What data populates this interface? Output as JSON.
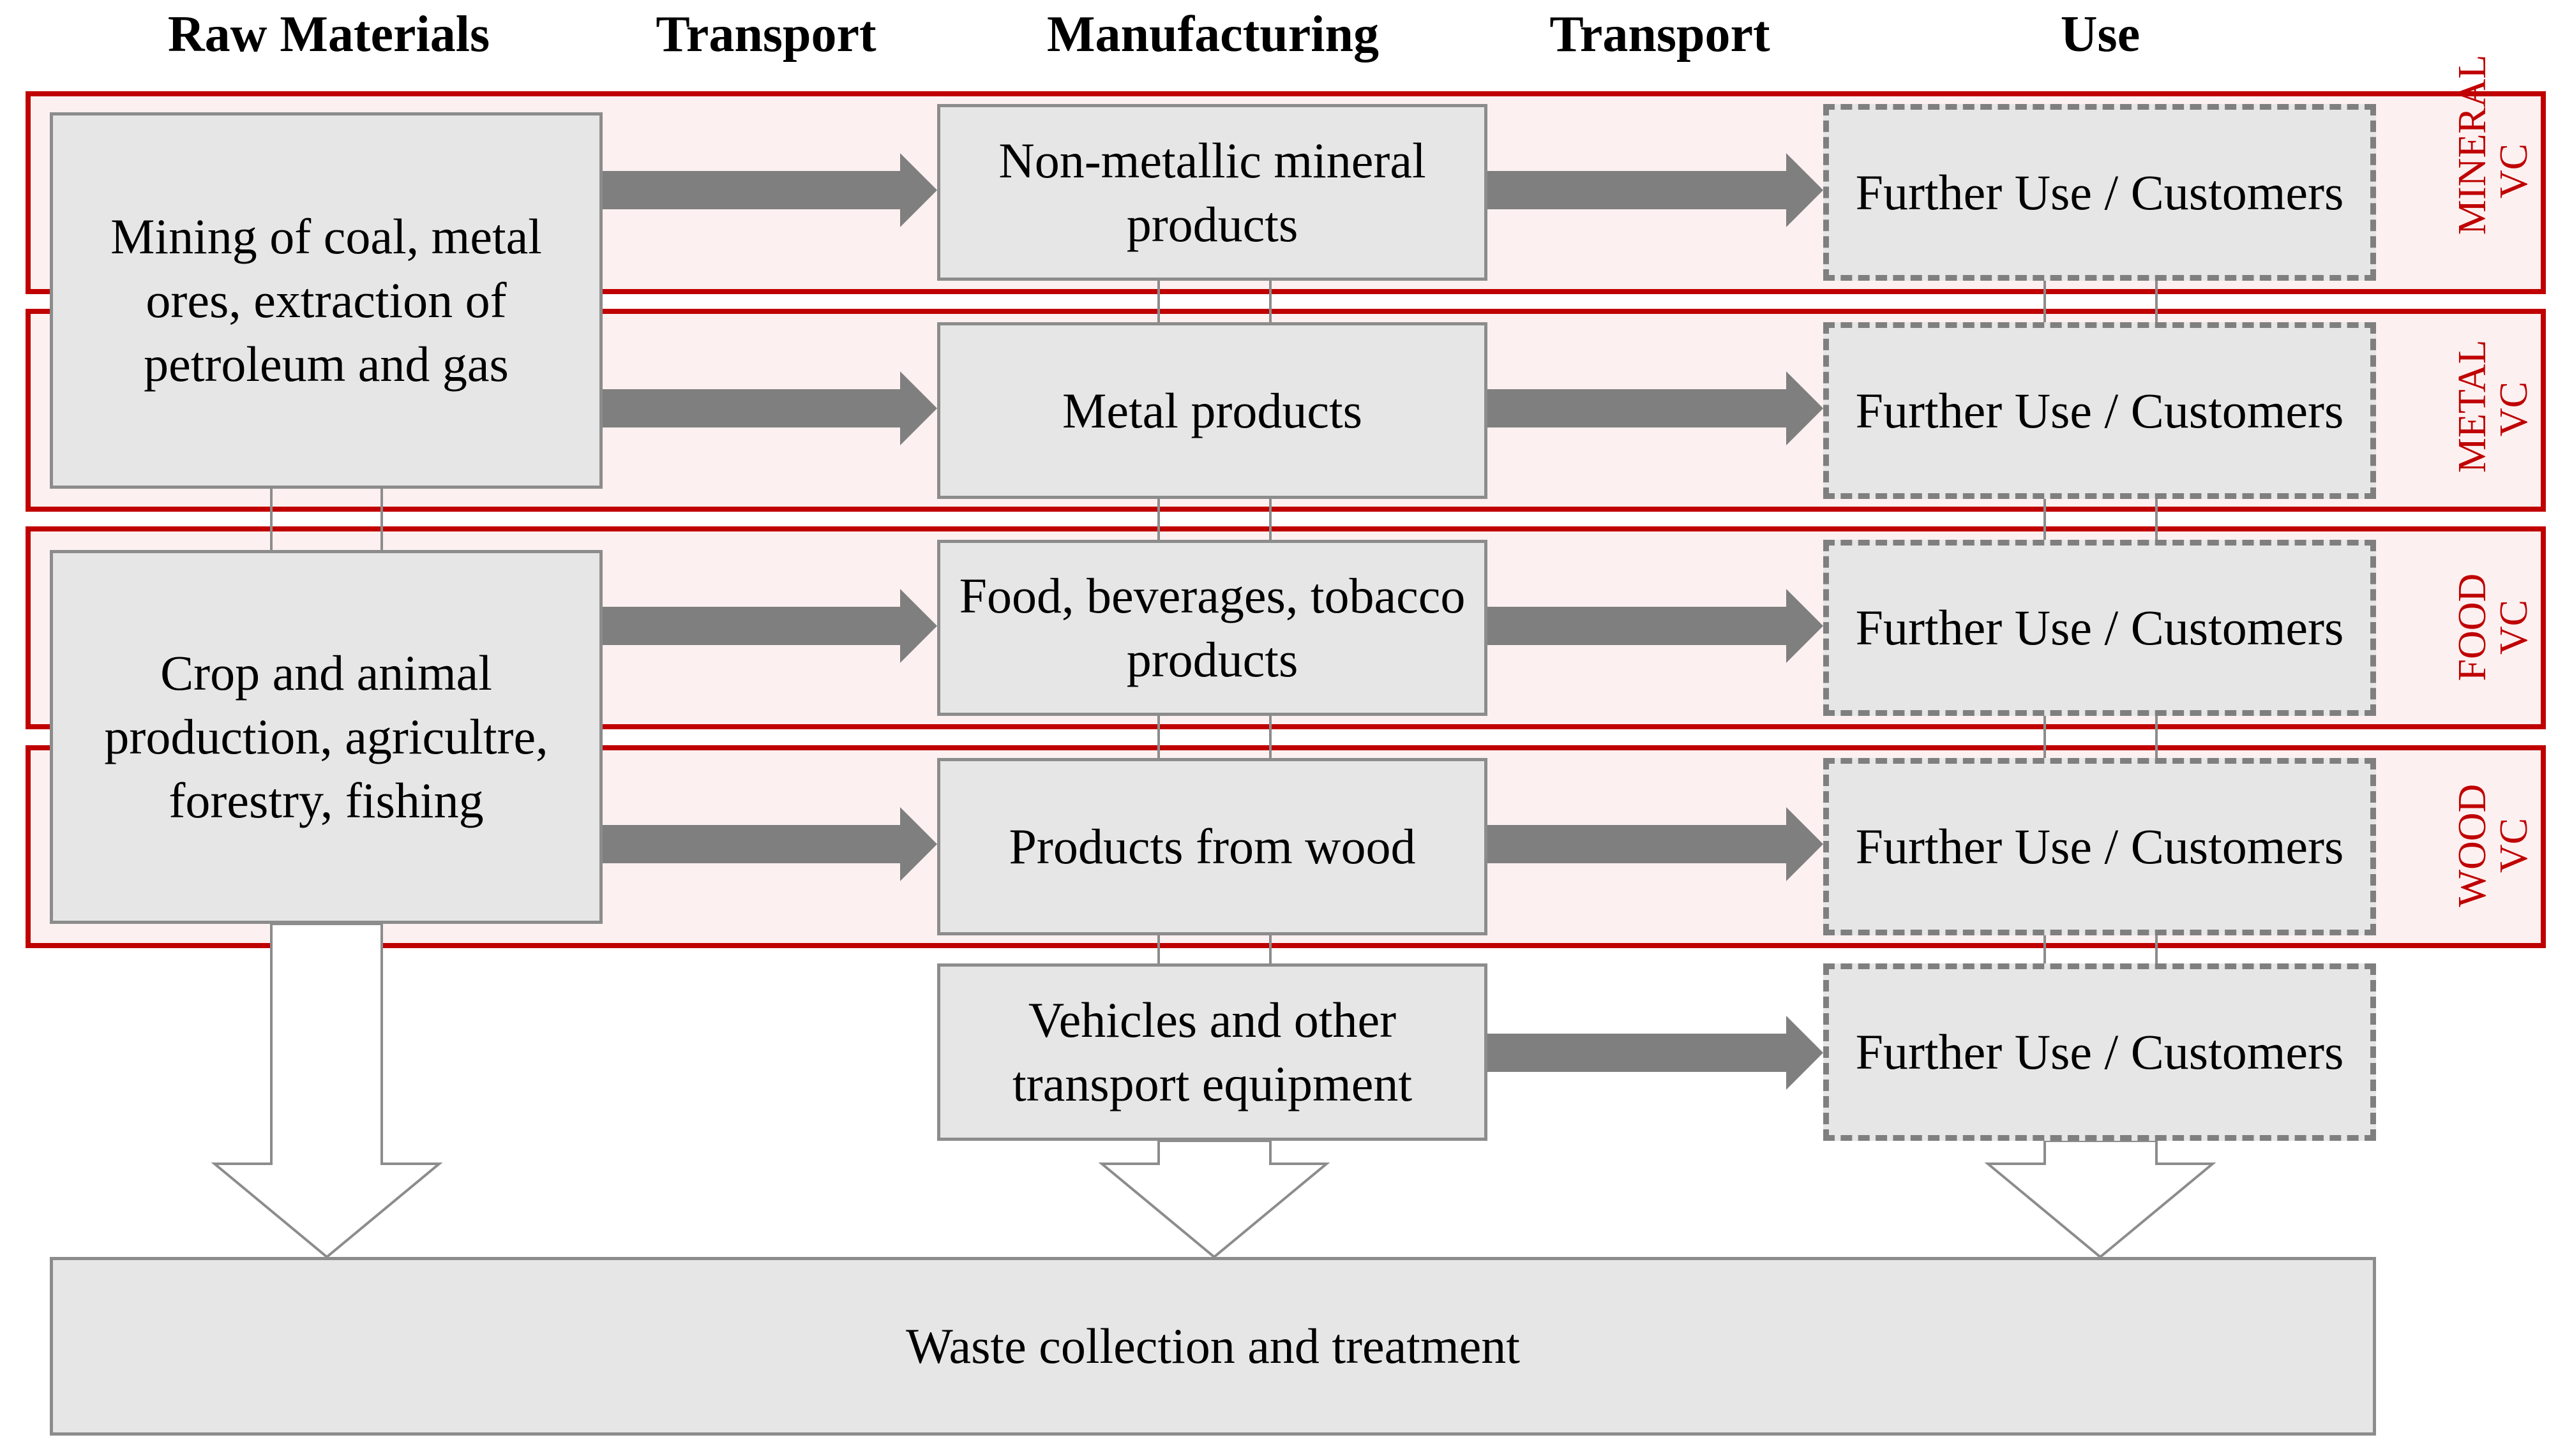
{
  "headers": {
    "raw_materials": "Raw Materials",
    "transport_1": "Transport",
    "manufacturing": "Manufacturing",
    "transport_2": "Transport",
    "use": "Use"
  },
  "raw_materials": {
    "mining": "Mining of coal, metal ores, extraction of petroleum and gas",
    "crop": "Crop and animal production, agricultre, forestry, fishing"
  },
  "manufacturing": {
    "mineral": "Non-metallic mineral products",
    "metal": "Metal products",
    "food": "Food, beverages, tobacco products",
    "wood": "Products from wood",
    "vehicles": "Vehicles and other transport equipment"
  },
  "use": {
    "label": "Further Use / Customers"
  },
  "value_chains": {
    "mineral_line1": "MINERAL",
    "mineral_line2": "VC",
    "metal_line1": "METAL",
    "metal_line2": "VC",
    "food_line1": "FOOD",
    "food_line2": "VC",
    "wood_line1": "WOOD",
    "wood_line2": "VC"
  },
  "waste": {
    "label": "Waste collection and treatment"
  },
  "colors": {
    "band_border": "#c00000",
    "band_fill": "#fcf0f0",
    "box_fill": "#e6e6e6",
    "arrow": "#7f7f7f"
  }
}
